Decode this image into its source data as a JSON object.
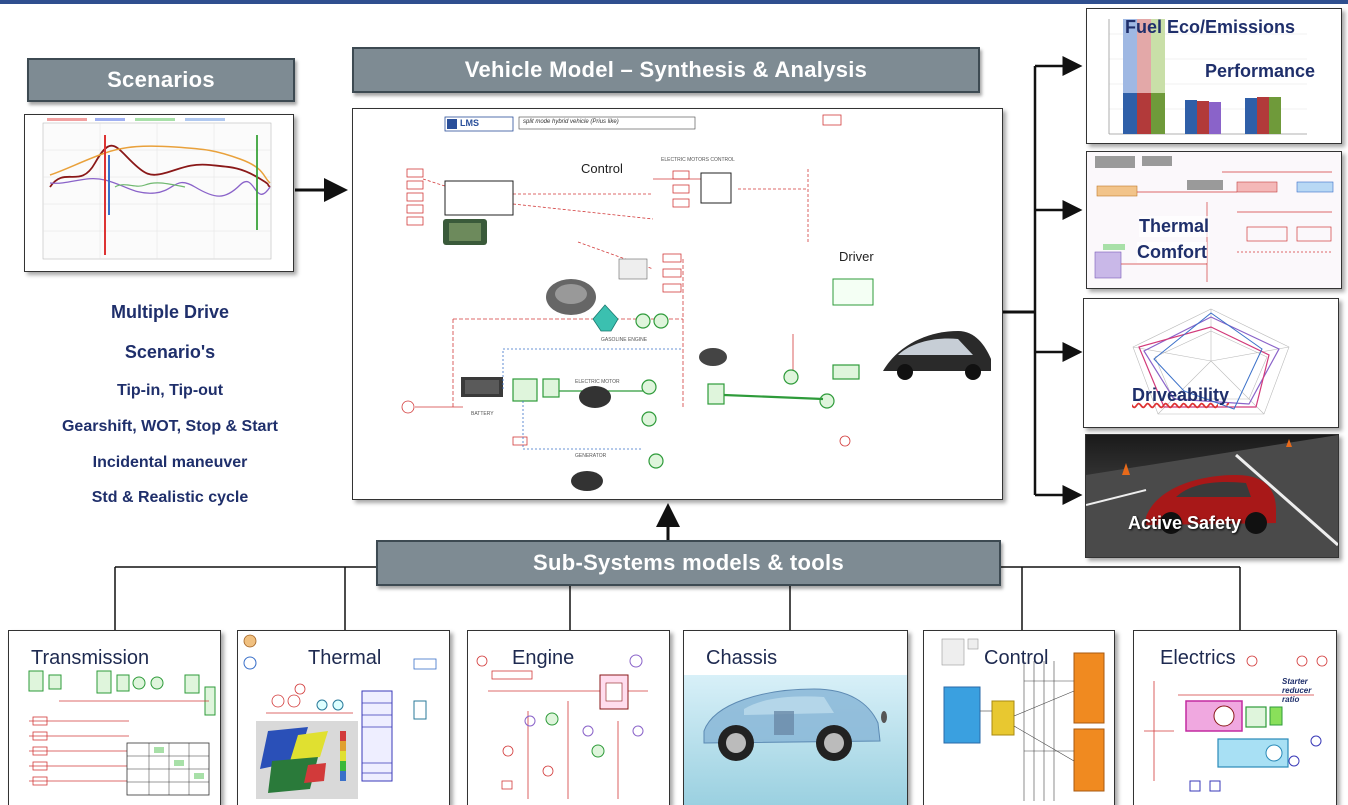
{
  "banners": {
    "scenarios": "Scenarios",
    "vehicle_model": "Vehicle Model – Synthesis & Analysis",
    "subsystems": "Sub-Systems models & tools"
  },
  "scenarios_text": {
    "line1": "Multiple Drive",
    "line2": "Scenario's",
    "line3": "Tip-in, Tip-out",
    "line4": "Gearshift, WOT, Stop & Start",
    "line5": "Incidental maneuver",
    "line6": "Std & Realistic cycle"
  },
  "vehicle_model": {
    "logo": "LMS",
    "title": "split mode hybrid vehicle (Prius like)",
    "control_label": "Control",
    "driver_label": "Driver",
    "gasoline_engine": "GASOLINE ENGINE",
    "electric_motor": "ELECTRIC MOTOR",
    "generator": "GENERATOR",
    "battery": "BATTERY",
    "motors_control": "ELECTRIC MOTORS CONTROL"
  },
  "outputs": {
    "fuel_line1": "Fuel Eco/Emissions",
    "fuel_line2": "Performance",
    "thermal_line1": "Thermal",
    "thermal_line2": "Comfort",
    "driveability": "Driveability",
    "active_safety": "Active Safety"
  },
  "subsystems": [
    {
      "label": "Transmission"
    },
    {
      "label": "Thermal"
    },
    {
      "label": "Engine"
    },
    {
      "label": "Chassis"
    },
    {
      "label": "Control"
    },
    {
      "label": "Electrics"
    }
  ],
  "electrics_note": "Starter reducer ratio",
  "colors": {
    "banner_bg": "#7e8b93",
    "title_blue": "#1f2f6b",
    "schematic_red": "#d23a3a",
    "schematic_green": "#2e9b3a"
  }
}
